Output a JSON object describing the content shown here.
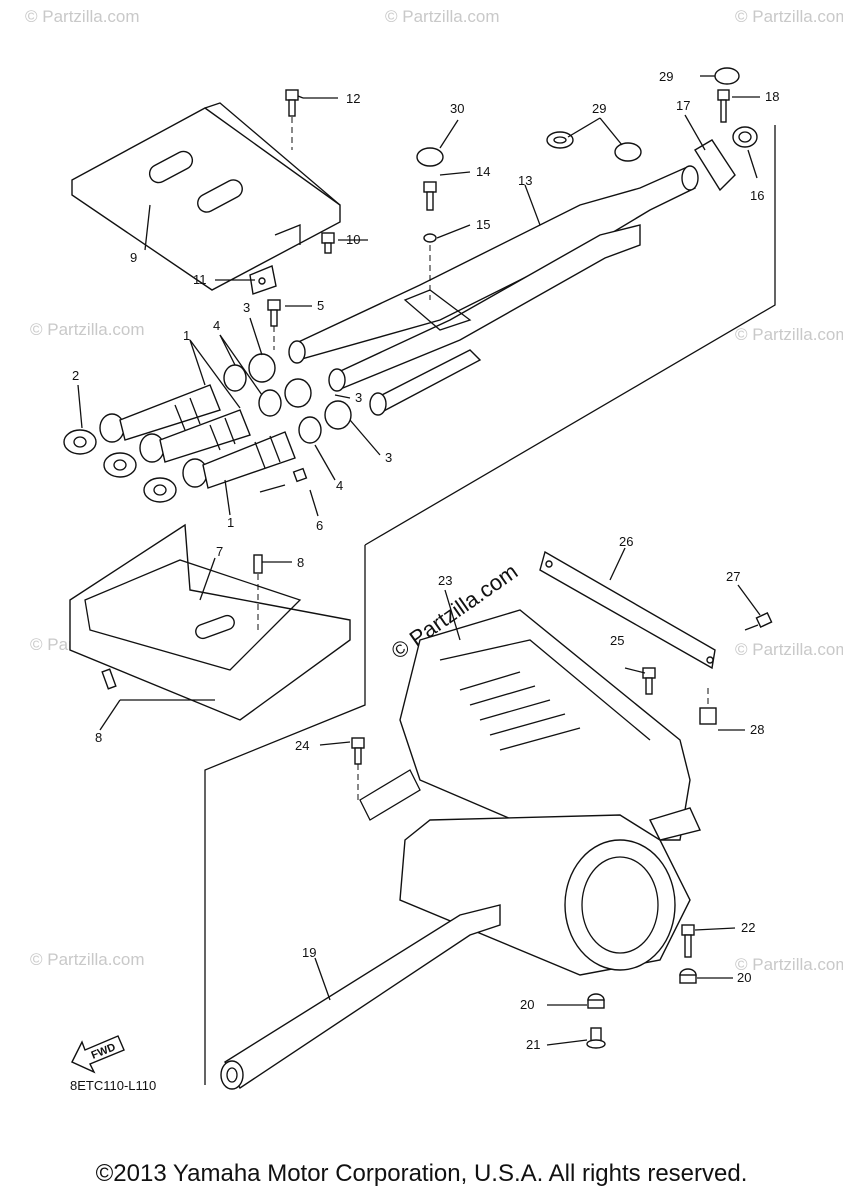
{
  "diagram": {
    "code": "8ETC110-L110",
    "fwd_label": "FWD",
    "watermark_small": "© Partzilla.com",
    "watermark_center": "© Partzilla.com",
    "callouts": [
      {
        "id": "c1a",
        "label": "1"
      },
      {
        "id": "c1b",
        "label": "1"
      },
      {
        "id": "c2",
        "label": "2"
      },
      {
        "id": "c3a",
        "label": "3"
      },
      {
        "id": "c3b",
        "label": "3"
      },
      {
        "id": "c3c",
        "label": "3"
      },
      {
        "id": "c4a",
        "label": "4"
      },
      {
        "id": "c4b",
        "label": "4"
      },
      {
        "id": "c5",
        "label": "5"
      },
      {
        "id": "c6",
        "label": "6"
      },
      {
        "id": "c7",
        "label": "7"
      },
      {
        "id": "c8a",
        "label": "8"
      },
      {
        "id": "c8b",
        "label": "8"
      },
      {
        "id": "c9",
        "label": "9"
      },
      {
        "id": "c10",
        "label": "10"
      },
      {
        "id": "c11",
        "label": "11"
      },
      {
        "id": "c12",
        "label": "12"
      },
      {
        "id": "c13",
        "label": "13"
      },
      {
        "id": "c14",
        "label": "14"
      },
      {
        "id": "c15",
        "label": "15"
      },
      {
        "id": "c16",
        "label": "16"
      },
      {
        "id": "c17",
        "label": "17"
      },
      {
        "id": "c18",
        "label": "18"
      },
      {
        "id": "c19",
        "label": "19"
      },
      {
        "id": "c20a",
        "label": "20"
      },
      {
        "id": "c20b",
        "label": "20"
      },
      {
        "id": "c21",
        "label": "21"
      },
      {
        "id": "c22",
        "label": "22"
      },
      {
        "id": "c23",
        "label": "23"
      },
      {
        "id": "c24",
        "label": "24"
      },
      {
        "id": "c25",
        "label": "25"
      },
      {
        "id": "c26",
        "label": "26"
      },
      {
        "id": "c27",
        "label": "27"
      },
      {
        "id": "c28",
        "label": "28"
      },
      {
        "id": "c29a",
        "label": "29"
      },
      {
        "id": "c29b",
        "label": "29"
      },
      {
        "id": "c30",
        "label": "30"
      }
    ]
  },
  "footer": {
    "copyright": "©2013 Yamaha Motor Corporation, U.S.A. All rights reserved."
  }
}
